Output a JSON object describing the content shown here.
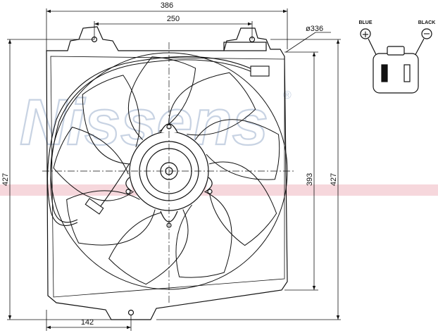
{
  "watermark": {
    "brand": "Nissens",
    "registered_mark": "®",
    "band_color": "#f3c9d0",
    "text_color": "#c8d3e3"
  },
  "dimensions": {
    "top_overall": "386",
    "top_mount": "250",
    "diameter": "ø336",
    "left_height": "427",
    "right_inner": "393",
    "right_outer": "427",
    "bottom_offset": "142"
  },
  "connector": {
    "pin_left_label": "BLUE",
    "pin_right_label": "BLACK",
    "pin_left_symbol": "+",
    "pin_right_symbol": "−"
  }
}
